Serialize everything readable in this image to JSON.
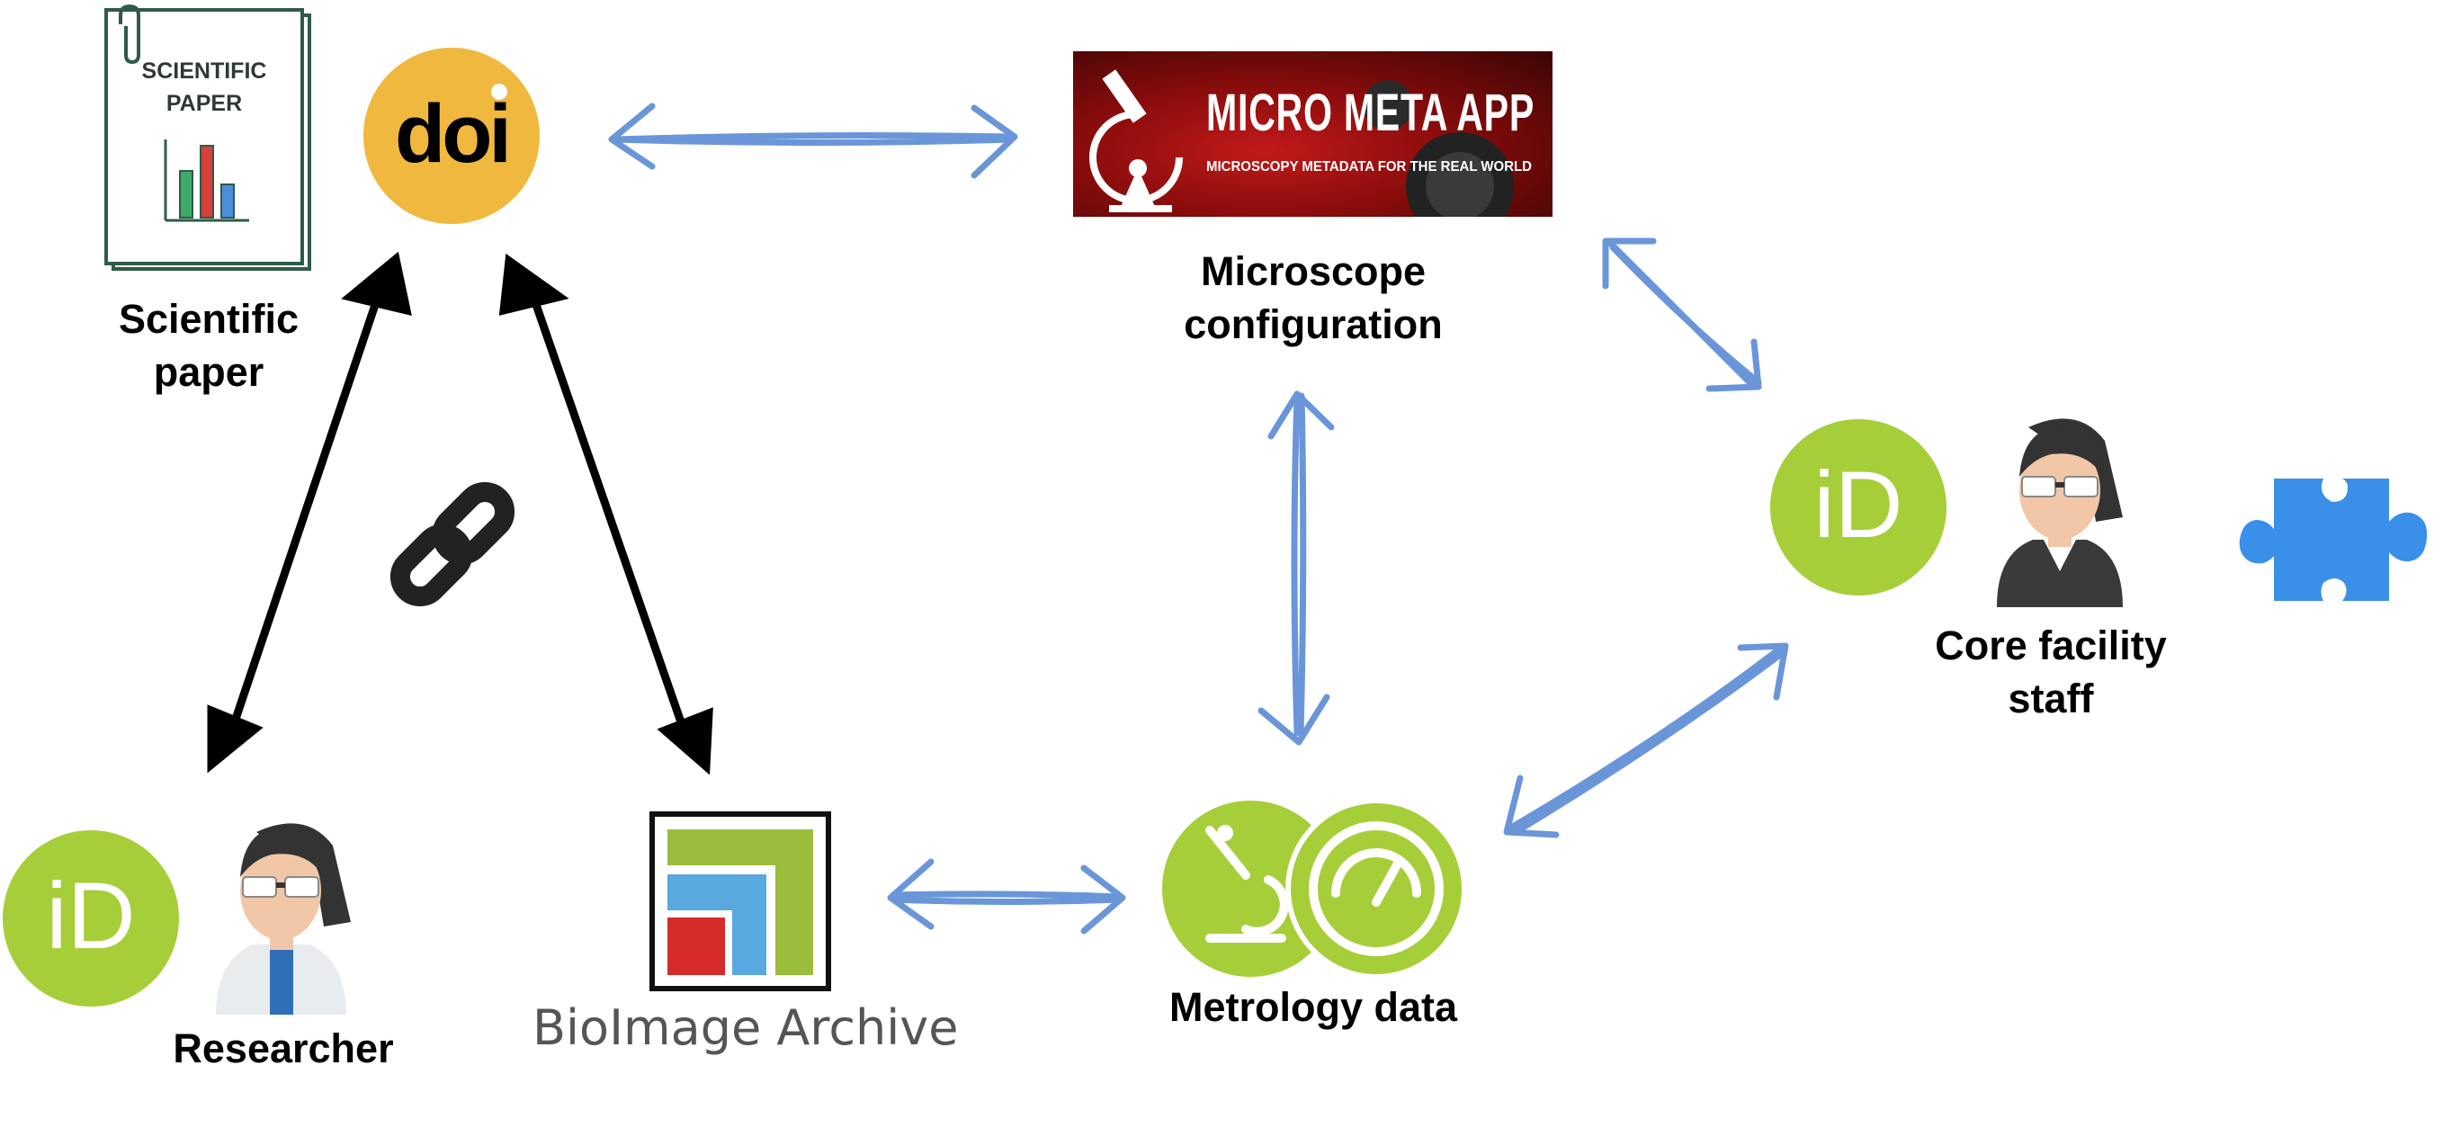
{
  "paper": {
    "icon_text_line1": "SCIENTIFIC",
    "icon_text_line2": "PAPER",
    "label_line1": "Scientific",
    "label_line2": "paper"
  },
  "doi": {
    "logo_text": "doi"
  },
  "micrometa": {
    "logo_title": "MICRO META APP",
    "logo_tagline": "MICROSCOPY METADATA FOR THE REAL WORLD",
    "label_line1": "Microscope",
    "label_line2": "configuration"
  },
  "core_facility": {
    "orcid_text": "iD",
    "label_line1": "Core facility",
    "label_line2": "staff"
  },
  "researcher": {
    "orcid_text": "iD",
    "label": "Researcher"
  },
  "bioimage": {
    "label": "BioImage Archive"
  },
  "metrology": {
    "label": "Metrology data"
  },
  "colors": {
    "black_arrow": "#000000",
    "blue_arrow": "#6a96d9",
    "orcid_green": "#a6ce39",
    "doi_yellow": "#f0b83f",
    "puzzle_blue": "#3a8fe8",
    "bia_green": "#9bbd3c",
    "bia_blue": "#58a9dd",
    "bia_red": "#d52b2a"
  },
  "icons": [
    "paper-icon",
    "doi-logo",
    "micrometa-logo",
    "orcid-icon",
    "scientist-icon",
    "puzzle-icon",
    "bioimage-archive-logo",
    "metrology-icon",
    "link-icon"
  ]
}
